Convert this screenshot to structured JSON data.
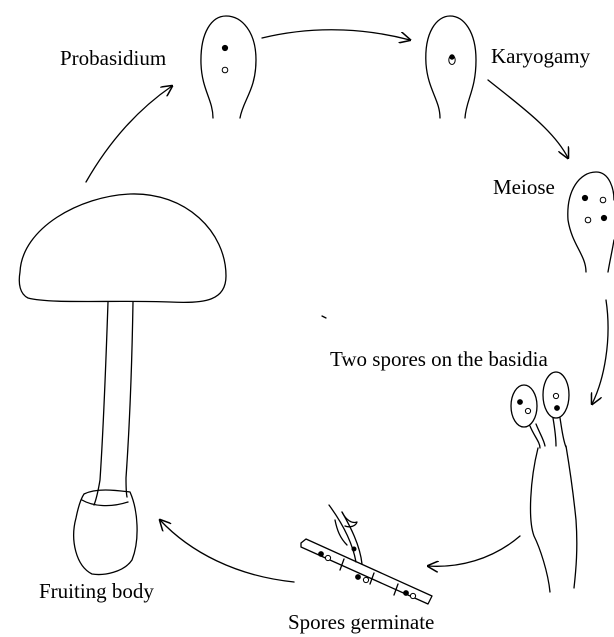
{
  "diagram": {
    "labels": {
      "probasidium": "Probasidium",
      "karyogamy": "Karyogamy",
      "meiose": "Meiose",
      "two_spores": "Two spores on the basidia",
      "spores_germinate": "Spores germinate",
      "fruiting_body": "Fruiting body"
    },
    "stages": [
      "Probasidium",
      "Karyogamy",
      "Meiose",
      "Two spores on the basidia",
      "Spores germinate",
      "Fruiting body"
    ],
    "colors": {
      "line": "#000000",
      "background": "#ffffff"
    }
  }
}
